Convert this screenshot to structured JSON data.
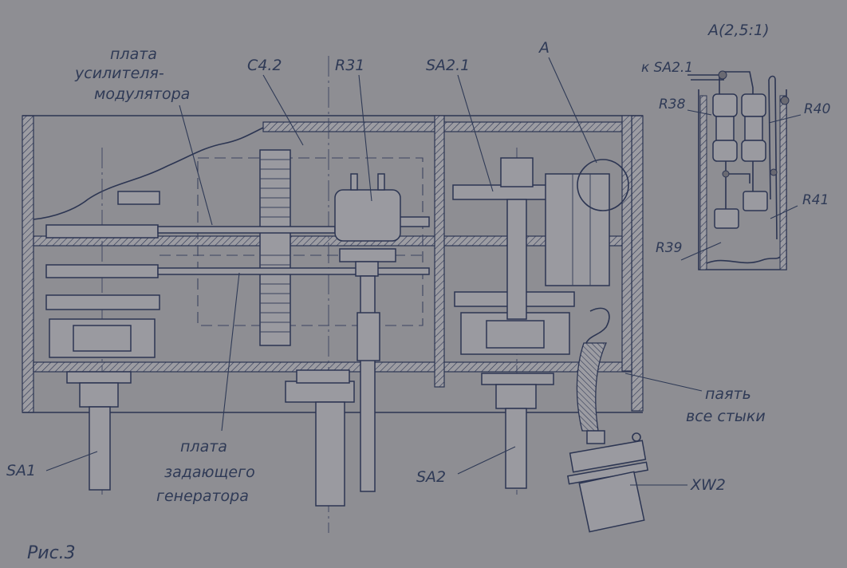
{
  "figure": {
    "caption": "Рис.3",
    "labels": {
      "board_amp_1": "плата",
      "board_amp_2": "усилителя-",
      "board_amp_3": "модулятора",
      "c42": "C4.2",
      "r31": "R31",
      "sa21": "SA2.1",
      "a": "A",
      "sa1": "SA1",
      "sa2": "SA2",
      "board_gen_1": "плата",
      "board_gen_2": "задающего",
      "board_gen_3": "генератора",
      "solder_1": "паять",
      "solder_2": "все стыки",
      "xw2": "XW2"
    },
    "detail": {
      "title": "A(2,5:1)",
      "to_sa21": "к SA2.1",
      "r38": "R38",
      "r39": "R39",
      "r40": "R40",
      "r41": "R41"
    },
    "colors": {
      "paper": "#8e8e93",
      "ink": "#2c3552"
    }
  }
}
